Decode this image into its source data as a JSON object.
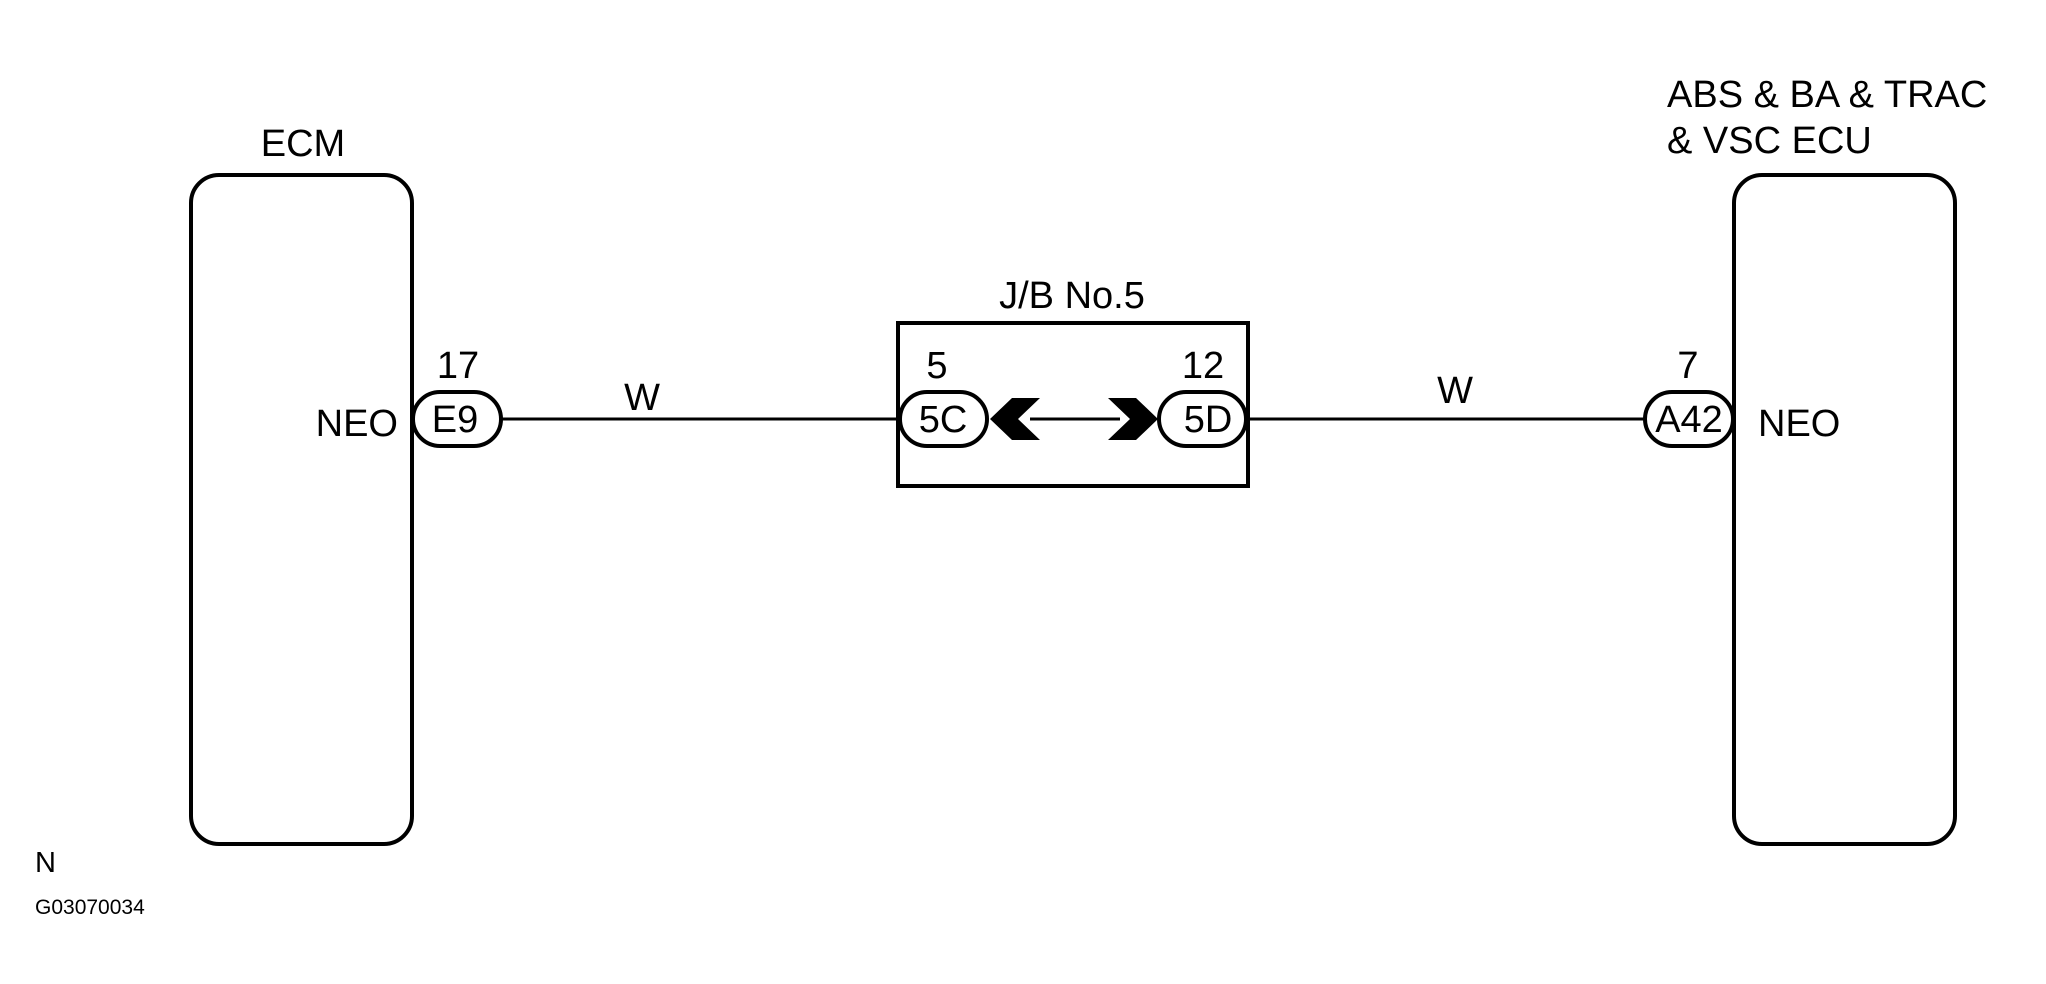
{
  "colors": {
    "line": "#000000",
    "background": "#ffffff"
  },
  "components": {
    "ecm": {
      "label": "ECM"
    },
    "abs_ecu": {
      "label_line1": "ABS & BA & TRAC",
      "label_line2": "& VSC ECU"
    },
    "junction_block": {
      "label": "J/B No.5"
    }
  },
  "connectors": {
    "ecm": {
      "pin": "17",
      "code": "E9",
      "signal": "NEO"
    },
    "jb_left": {
      "pin": "5",
      "code": "5C"
    },
    "jb_right": {
      "pin": "12",
      "code": "5D"
    },
    "abs_ecu": {
      "pin": "7",
      "code": "A42",
      "signal": "NEO"
    }
  },
  "wires": {
    "left_color": "W",
    "right_color": "W"
  },
  "footer": {
    "mark": "N",
    "figure_id": "G03070034"
  }
}
